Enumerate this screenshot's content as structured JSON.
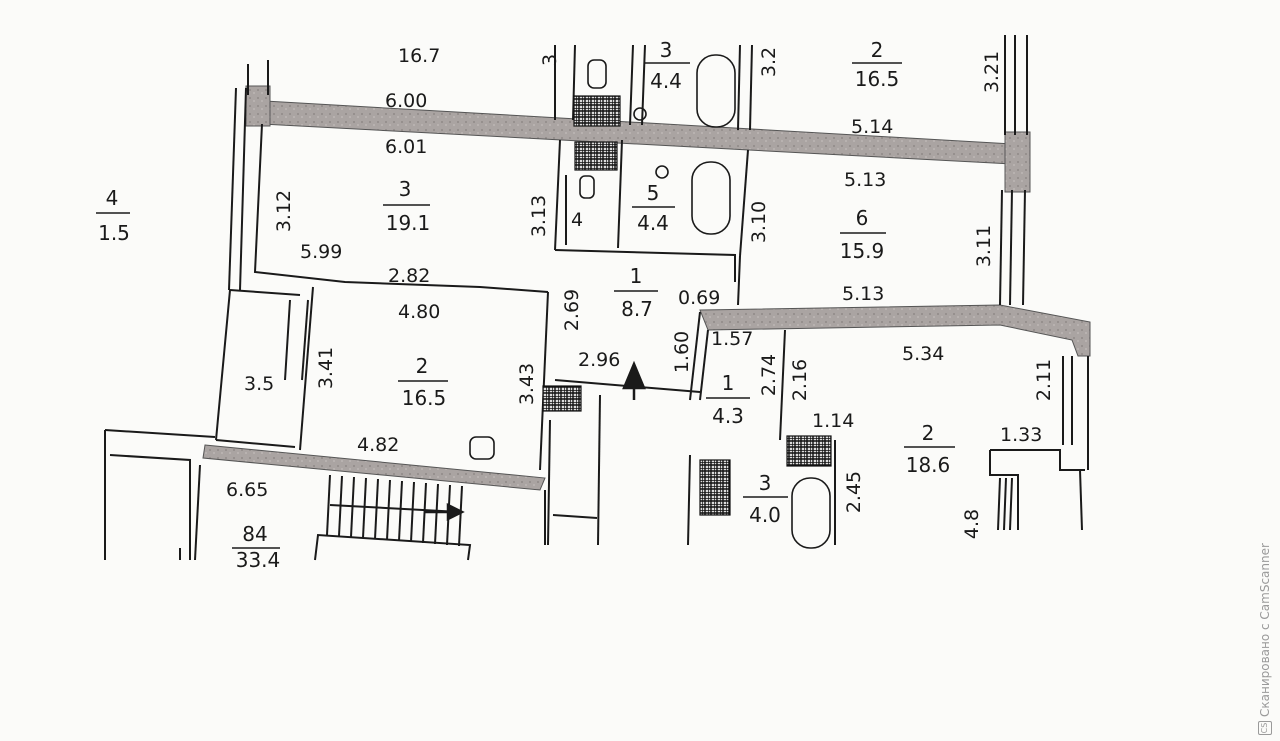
{
  "plan": {
    "rooms": [
      {
        "num": "4",
        "area": "1.5"
      },
      {
        "num": "3",
        "area": "19.1"
      },
      {
        "num": "2",
        "area": "16.5"
      },
      {
        "num": "1",
        "area": "8.7"
      },
      {
        "num": "5",
        "area": "4.4"
      },
      {
        "num": "6",
        "area": "15.9"
      },
      {
        "num": "2",
        "area": "18.6"
      },
      {
        "num": "1",
        "area": "4.3"
      },
      {
        "num": "3",
        "area": "4.0"
      },
      {
        "num": "2",
        "area": "16.5"
      },
      {
        "num": "3",
        "area": "4.4"
      },
      {
        "num": "84",
        "area": "33.4"
      }
    ],
    "dims": {
      "d_600": "6.00",
      "d_601": "6.01",
      "d_312": "3.12",
      "d_313": "3.13",
      "d_599": "5.99",
      "d_282": "2.82",
      "d_480": "4.80",
      "d_35": "3.5",
      "d_341": "3.41",
      "d_343": "3.43",
      "d_482": "4.82",
      "d_665": "6.65",
      "d_269": "2.69",
      "d_296": "2.96",
      "d_160": "1.60",
      "d_069": "0.69",
      "d_4": "4",
      "d_32": "3.2",
      "d_3top": "3",
      "d_321": "3.21",
      "d_514": "5.14",
      "d_513a": "5.13",
      "d_310": "3.10",
      "d_311": "3.11",
      "d_513b": "5.13",
      "d_157": "1.57",
      "d_274": "2.74",
      "d_216": "2.16",
      "d_534": "5.34",
      "d_211": "2.11",
      "d_114": "1.14",
      "d_133": "1.33",
      "d_245": "2.45",
      "d_48": "4.8",
      "d_top_cut": "16.7"
    }
  },
  "watermark": {
    "text": "Сканировано с CamScanner",
    "icon": "camscanner-logo-icon"
  },
  "colors": {
    "wall": "#a9a4a2",
    "line": "#1a1a1a",
    "background": "#fbfbf9"
  }
}
